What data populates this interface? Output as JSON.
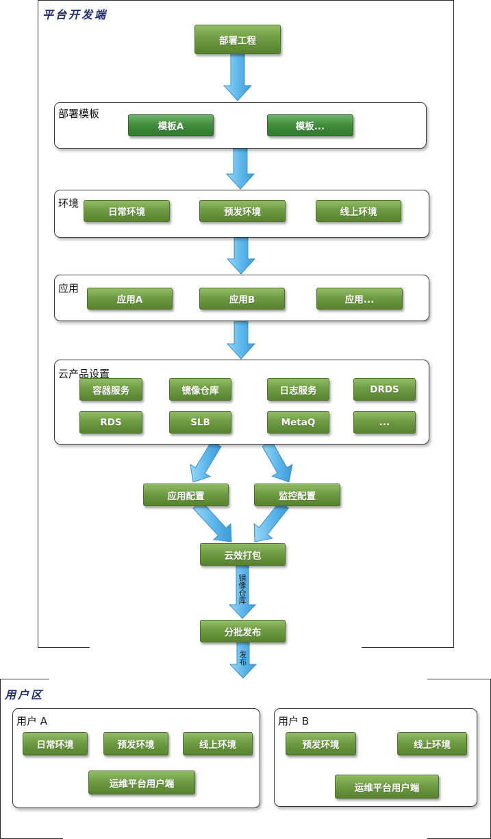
{
  "platform": {
    "title": "平台开发端",
    "deploy_project": "部署工程",
    "template_panel": {
      "title": "部署模板",
      "items": [
        "模板A",
        "模板..."
      ]
    },
    "env_panel": {
      "title": "环境",
      "items": [
        "日常环境",
        "预发环境",
        "线上环境"
      ]
    },
    "app_panel": {
      "title": "应用",
      "items": [
        "应用A",
        "应用B",
        "应用..."
      ]
    },
    "cloud_panel": {
      "title": "云产品设置",
      "items": [
        "容器服务",
        "镜像仓库",
        "日志服务",
        "DRDS",
        "RDS",
        "SLB",
        "MetaQ",
        "..."
      ]
    },
    "app_config": "应用配置",
    "monitor_config": "监控配置",
    "packaging": "云效打包",
    "mirror_label": "镜像仓库",
    "batch_release": "分批发布",
    "release_label": "发布"
  },
  "user_region": {
    "title": "用户区",
    "user_a": {
      "title": "用户 A",
      "items": [
        "日常环境",
        "预发环境",
        "线上环境",
        "运维平台用户端"
      ]
    },
    "user_b": {
      "title": "用户 B",
      "items": [
        "预发环境",
        "线上环境",
        "运维平台用户端"
      ]
    }
  },
  "colors": {
    "box_green": "#6f9c43",
    "template_green": "#3f8c3b",
    "arrow_blue": "#6cc1ee",
    "arrow_border": "#3d8fc4",
    "title_navy": "#1f2a6b"
  }
}
